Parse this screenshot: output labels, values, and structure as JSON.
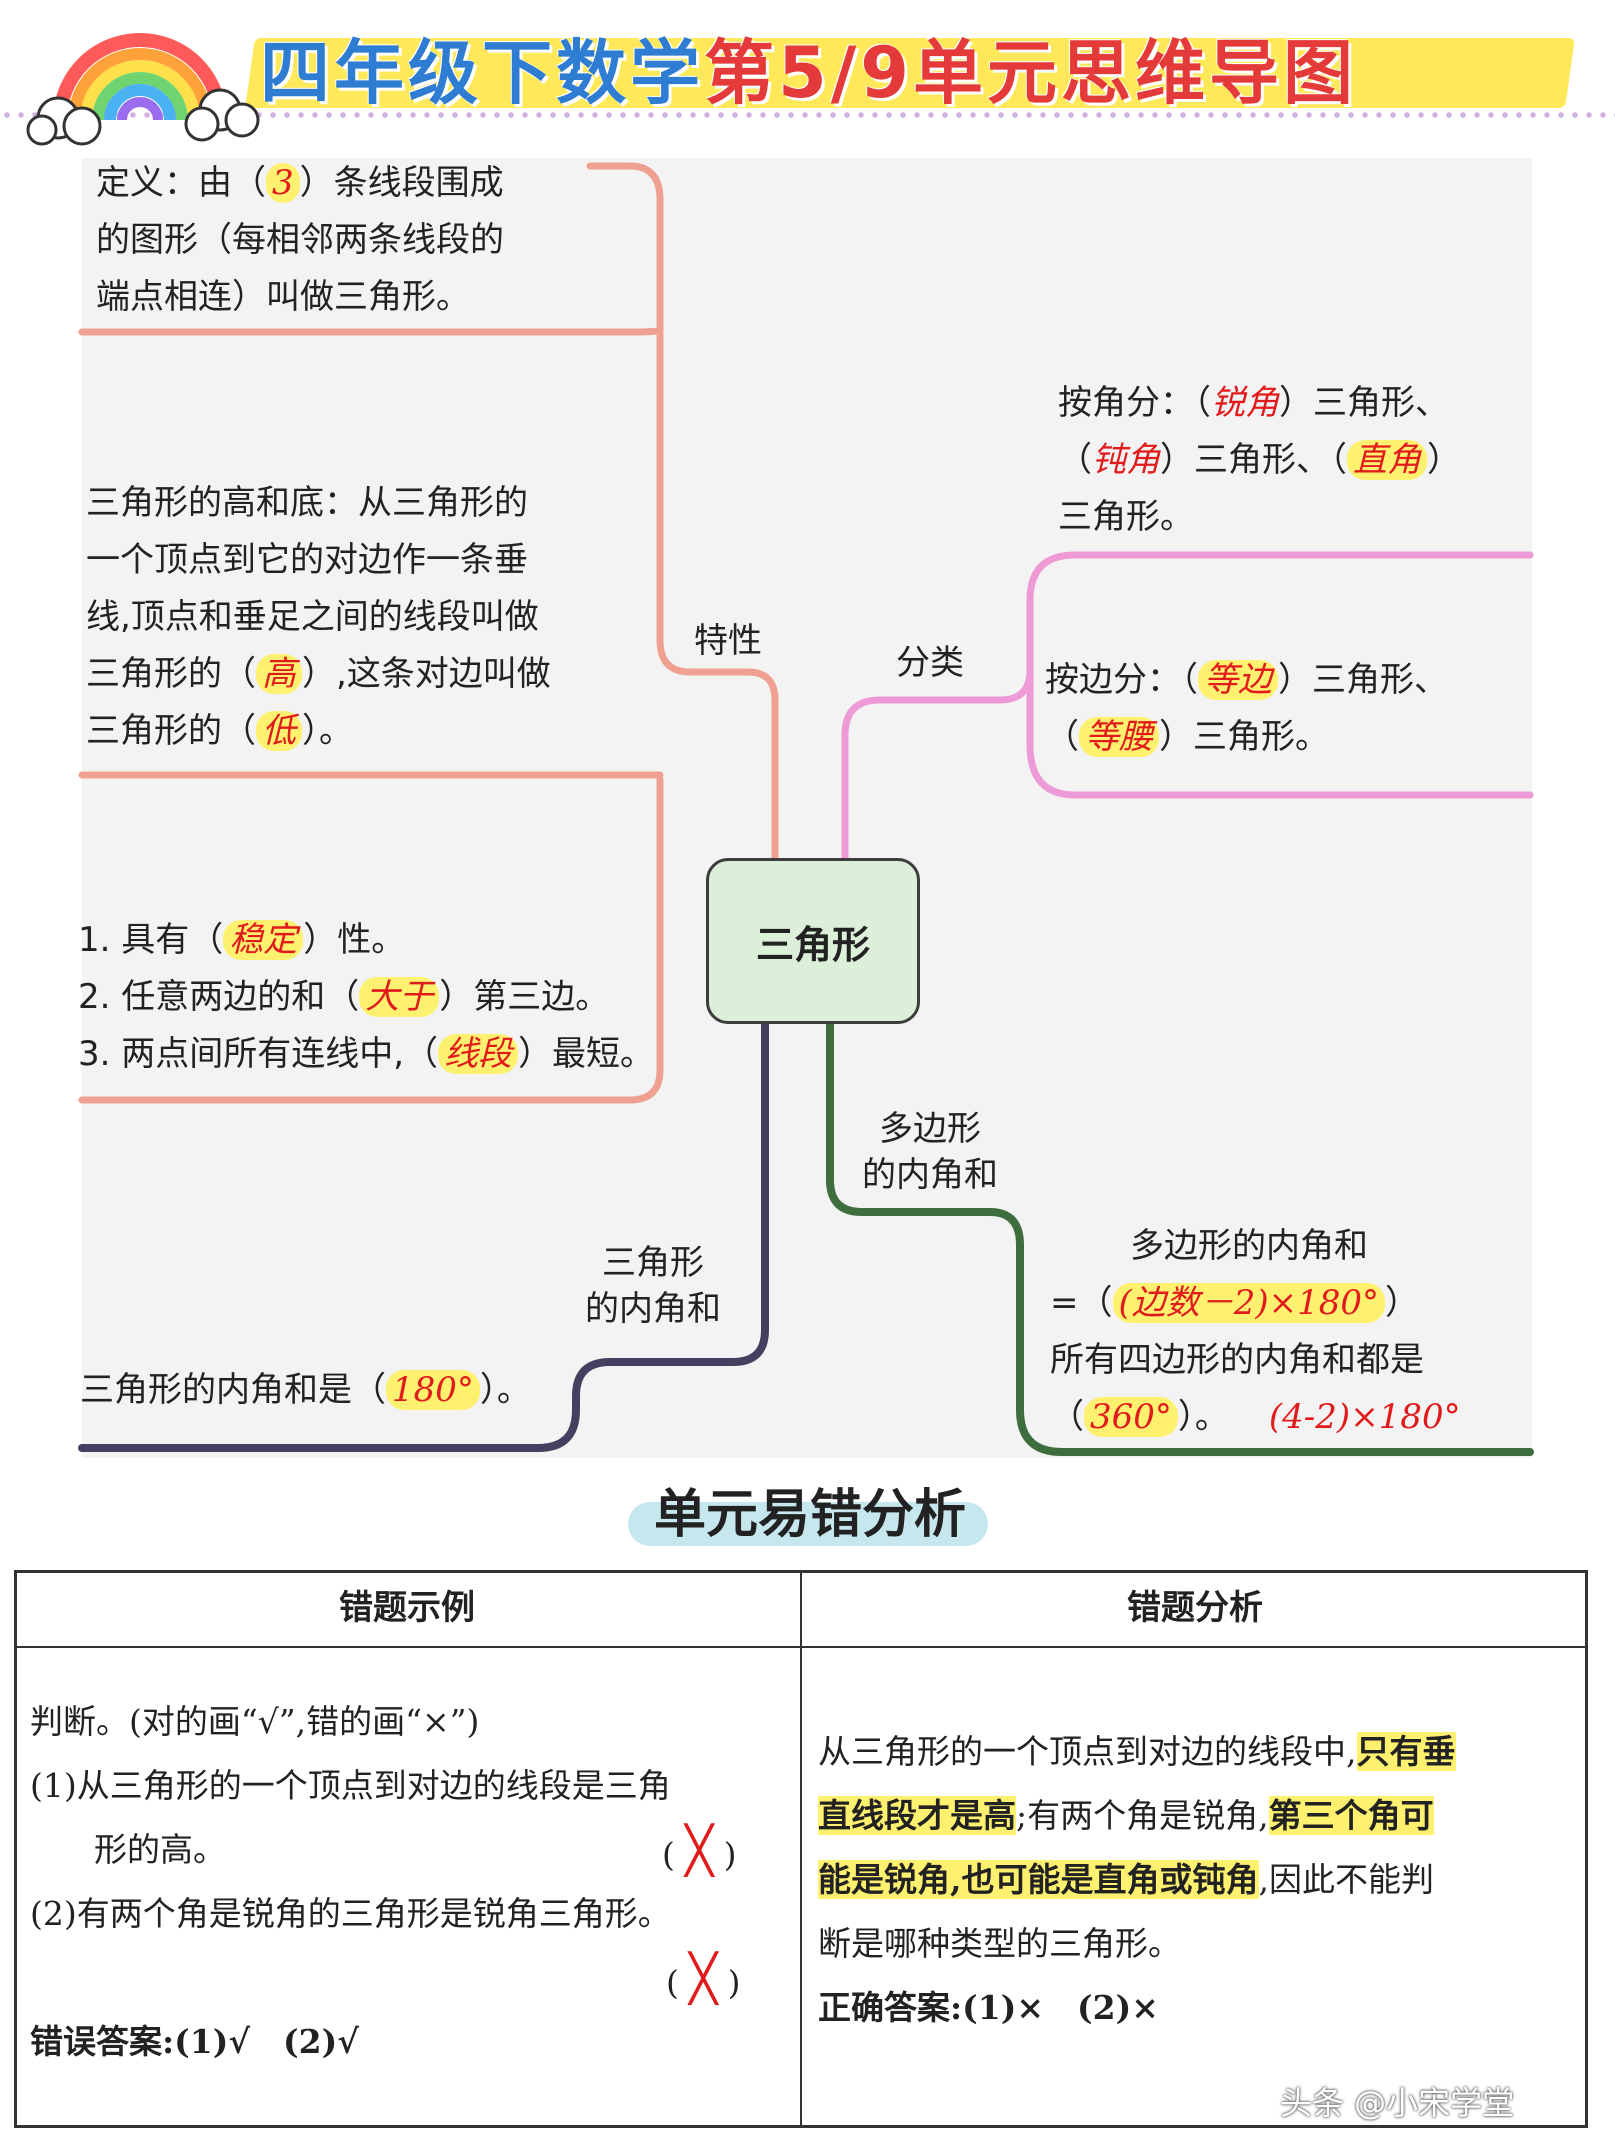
{
  "header": {
    "title_part1": "四年级下数学",
    "title_part2": "第5/9单元思维导图"
  },
  "mindmap": {
    "center": "三角形",
    "branches": {
      "traits": "特性",
      "classify": "分类",
      "polygon_angle_sum": [
        "多边形",
        "的内角和"
      ],
      "triangle_angle_sum": [
        "三角形",
        "的内角和"
      ]
    },
    "definition": {
      "line1_pre": "定义：由（",
      "line1_ans": "3",
      "line1_post": "）条线段围成",
      "line2": "的图形（每相邻两条线段的",
      "line3": "端点相连）叫做三角形。"
    },
    "height_base": {
      "line1": "三角形的高和底：从三角形的",
      "line2": "一个顶点到它的对边作一条垂",
      "line3": "线,顶点和垂足之间的线段叫做",
      "line4_pre": "三角形的（",
      "line4_ans": "高",
      "line4_post": "）,这条对边叫做",
      "line5_pre": "三角形的（",
      "line5_ans": "低",
      "line5_post": "）。"
    },
    "properties": {
      "p1_pre": "1. 具有（",
      "p1_ans": "稳定",
      "p1_post": "）性。",
      "p2_pre": "2. 任意两边的和（",
      "p2_ans": "大于",
      "p2_post": "）第三边。",
      "p3_pre": "3. 两点间所有连线中,（",
      "p3_ans": "线段",
      "p3_post": "）最短。"
    },
    "by_angle": {
      "line1_pre": "按角分：（",
      "line1_ans": "锐角",
      "line1_post": "）三角形、",
      "line2_a_pre": "（",
      "line2_a_ans": "钝角",
      "line2_mid": "）三角形、（",
      "line2_b_ans": "直角",
      "line2_post": "）",
      "line3": "三角形。"
    },
    "by_side": {
      "line1_pre": "按边分：（",
      "line1_ans": "等边",
      "line1_post": "）三角形、",
      "line2_pre": "（",
      "line2_ans": "等腰",
      "line2_post": "）三角形。"
    },
    "polygon_sum": {
      "line1": "多边形的内角和",
      "line2_pre": "=（",
      "line2_ans": "(边数－2)×180°",
      "line2_post": "）",
      "line3": "所有四边形的内角和都是",
      "line4_pre": "（",
      "line4_ans": "360°",
      "line4_post": "）。",
      "line4_note": "(4-2)×180°"
    },
    "triangle_sum": {
      "pre": "三角形的内角和是（",
      "ans": "180°",
      "post": "）。"
    },
    "colors": {
      "traits_branch": "#f0a090",
      "classify_branch": "#ee9ad6",
      "polygon_branch": "#3e6d3e",
      "triangle_branch": "#44405f",
      "answer_red": "#e11b1b",
      "highlight": "#fff170"
    }
  },
  "error_analysis": {
    "title": "单元易错分析",
    "col1_header": "错题示例",
    "col2_header": "错题分析",
    "left": {
      "q_intro": "判断。(对的画“√”,错的画“×”)",
      "q1_line1": "(1)从三角形的一个顶点到对边的线段是三角",
      "q1_line2": "形的高。",
      "q1_paren": "(",
      "q1_mark": "╳",
      "q1_paren_close": ")",
      "q2_line1": "(2)有两个角是锐角的三角形是锐角三角形。",
      "q2_paren": "(",
      "q2_mark": "╳",
      "q2_paren_close": ")",
      "wrong_answer": "错误答案:(1)√　(2)√"
    },
    "right": {
      "a_line1_pre": "从三角形的一个顶点到对边的线段中,",
      "a_line1_hl": "只有垂",
      "a_line2_hl": "直线段才是高",
      "a_line2_mid": ";有两个角是锐角,",
      "a_line2_hl2": "第三个角可",
      "a_line3_hl": "能是锐角,也可能是直角或钝角",
      "a_line3_post": ",因此不能判",
      "a_line4": "断是哪种类型的三角形。",
      "correct_answer": "正确答案:(1)×　(2)×"
    }
  },
  "watermark": "头条 @小宋学堂"
}
